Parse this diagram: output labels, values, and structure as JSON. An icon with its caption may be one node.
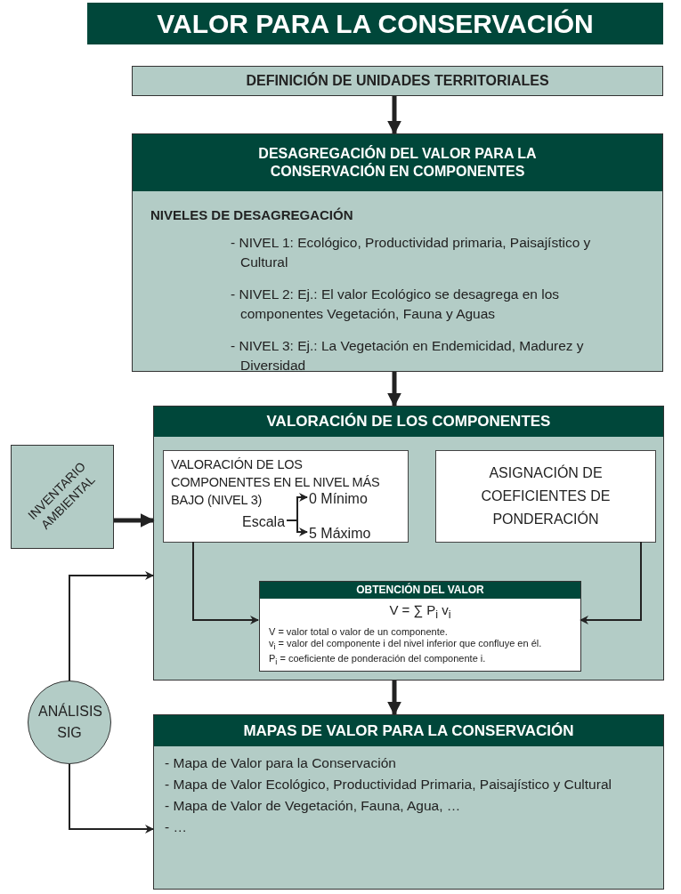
{
  "diagram": {
    "title": "VALOR PARA LA CONSERVACIÓN",
    "nodes": [
      {
        "text": [
          "DEFINICIÓN DE UNIDADES TERRITORIALES"
        ]
      },
      {
        "text": [
          "DESAGREGACIÓN DEL VALOR PARA LA CONSERVACIÓN EN COMPONENTES",
          "NIVELES DE DESAGREGACIÓN",
          "- NIVEL 1: Ecológico, Productividad primaria, Paisajístico y Cultural",
          "- NIVEL 2: Ej.: El valor Ecológico se desagrega en los componentes Vegetación, Fauna y Aguas",
          "- NIVEL 3: Ej.: La Vegetación en Endemicidad, Madurez y Diversidad"
        ]
      },
      {
        "text": [
          "INVENTARIO AMBIENTAL"
        ]
      },
      {
        "text": [
          "VALORACIÓN DE LOS COMPONENTES"
        ]
      },
      {
        "text": [
          "VALORACIÓN DE LOS COMPONENTES EN EL NIVEL MÁS BAJO (NIVEL 3)"
        ],
        "in": 3
      },
      {
        "text": [
          "Escala"
        ],
        "in": 4
      },
      {
        "text": [
          "0 Mínimo"
        ],
        "in": 4
      },
      {
        "text": [
          "5 Máximo"
        ],
        "in": 4
      },
      {
        "text": [
          "ASIGNACIÓN DE COEFICIENTES DE PONDERACIÓN"
        ],
        "in": 3
      },
      {
        "text": [
          "OBTENCIÓN DEL VALOR",
          "V = ∑ P$_{i}$ v$_{i}$",
          "V = valor total o valor de un componente.",
          "v$_{i}$ = valor del componente i del nivel inferior que confluye en él.",
          "P$_{i}$ = coeficiente de ponderación del componente i."
        ],
        "in": 3
      },
      {
        "text": [
          "ANÁLISIS SIG"
        ]
      },
      {
        "text": [
          "MAPAS DE VALOR PARA LA CONSERVACIÓN",
          "- Mapa de Valor para la Conservación",
          "- Mapa de Valor Ecológico, Productividad Primaria, Paisajístico y Cultural",
          "- Mapa de Valor de Vegetación, Fauna, Agua, …",
          "- …"
        ]
      }
    ],
    "edges": [
      {
        "from": 0,
        "to": 1,
        "arrow": "to",
        "style": "thick"
      },
      {
        "from": 1,
        "to": 3,
        "arrow": "to",
        "style": "thick"
      },
      {
        "from": 2,
        "to": 3,
        "arrow": "to",
        "style": "thick"
      },
      {
        "from": 5,
        "to": 6,
        "arrow": "to"
      },
      {
        "from": 5,
        "to": 7,
        "arrow": "to"
      },
      {
        "from": 4,
        "to": 9,
        "arrow": "to"
      },
      {
        "from": 8,
        "to": 9,
        "arrow": "to"
      },
      {
        "from": 3,
        "to": 11,
        "arrow": "to",
        "style": "thick"
      },
      {
        "from": 10,
        "to": 3,
        "arrow": "to"
      },
      {
        "from": 10,
        "to": 11,
        "arrow": "to"
      }
    ]
  }
}
